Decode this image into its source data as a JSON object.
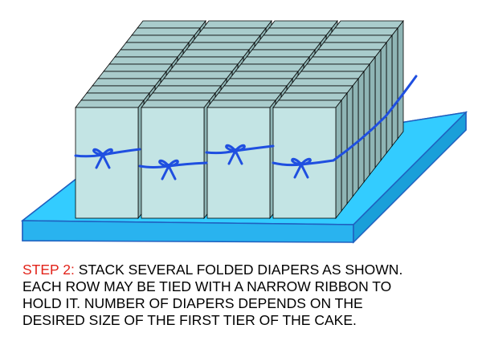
{
  "caption": {
    "step_label": "STEP 2:",
    "line1": "STACK SEVERAL FOLDED DIAPERS AS SHOWN.",
    "line2": "EACH ROW MAY BE TIED WITH A NARROW RIBBON TO",
    "line3": "HOLD IT. NUMBER OF DIAPERS DEPENDS ON THE",
    "line4": "DESIRED SIZE OF THE FIRST TIER OF THE CAKE."
  },
  "colors": {
    "board_top": "#33ccff",
    "board_front": "#29b3ef",
    "board_side": "#1a9fd9",
    "board_outline": "#1f5fbf",
    "diaper_front": "#c3e4e4",
    "diaper_top": "#a9cccc",
    "diaper_side": "#8fb5b5",
    "ribbon": "#1f4fe0",
    "step_text": "#e2231a",
    "body_text": "#000000"
  },
  "diagram": {
    "rows": 4,
    "diapers_per_row": 12,
    "bows": 4
  }
}
